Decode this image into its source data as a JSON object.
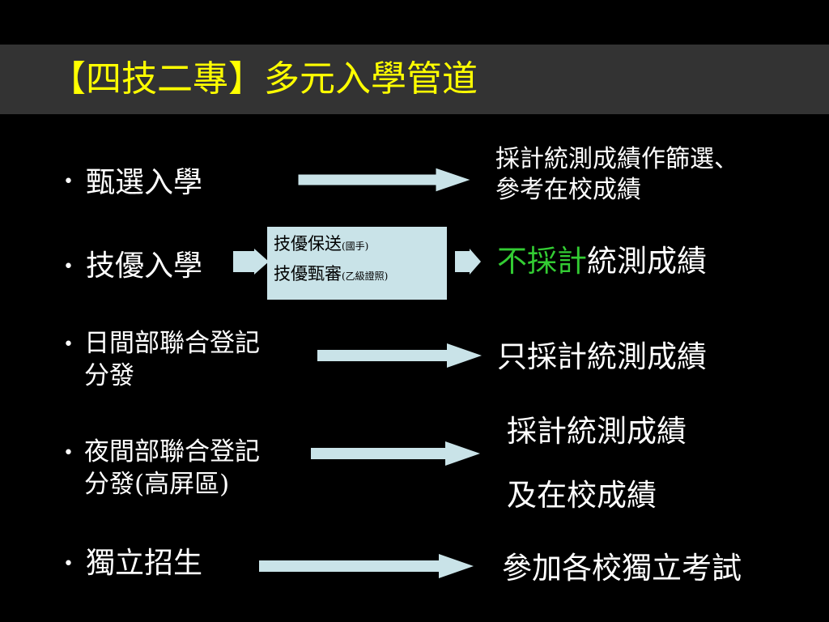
{
  "title": "【四技二專】多元入學管道",
  "items": [
    {
      "label": "甄選入學"
    },
    {
      "label": "技優入學"
    },
    {
      "label_line1": "日間部聯合登記",
      "label_line2": "分發"
    },
    {
      "label_line1": "夜間部聯合登記",
      "label_line2": "分發(高屏區)"
    },
    {
      "label": "獨立招生"
    }
  ],
  "box": {
    "line1": "技優保送",
    "line1_note": "(國手)",
    "line2": "技優甄審",
    "line2_note": "(乙級證照)"
  },
  "results": {
    "r1_line1": "採計統測成績作篩選、",
    "r1_line2": "參考在校成績",
    "r2_green": "不採計",
    "r2_rest": "統測成績",
    "r3": "只採計統測成績",
    "r4_line1": "採計統測成績",
    "r4_line2": "及在校成績",
    "r5": "參加各校獨立考試"
  },
  "colors": {
    "title": "#ffff00",
    "title_bar": "#333333",
    "arrow": "#c9e3e8",
    "green": "#33cc33"
  },
  "bullet_symbol": "•"
}
